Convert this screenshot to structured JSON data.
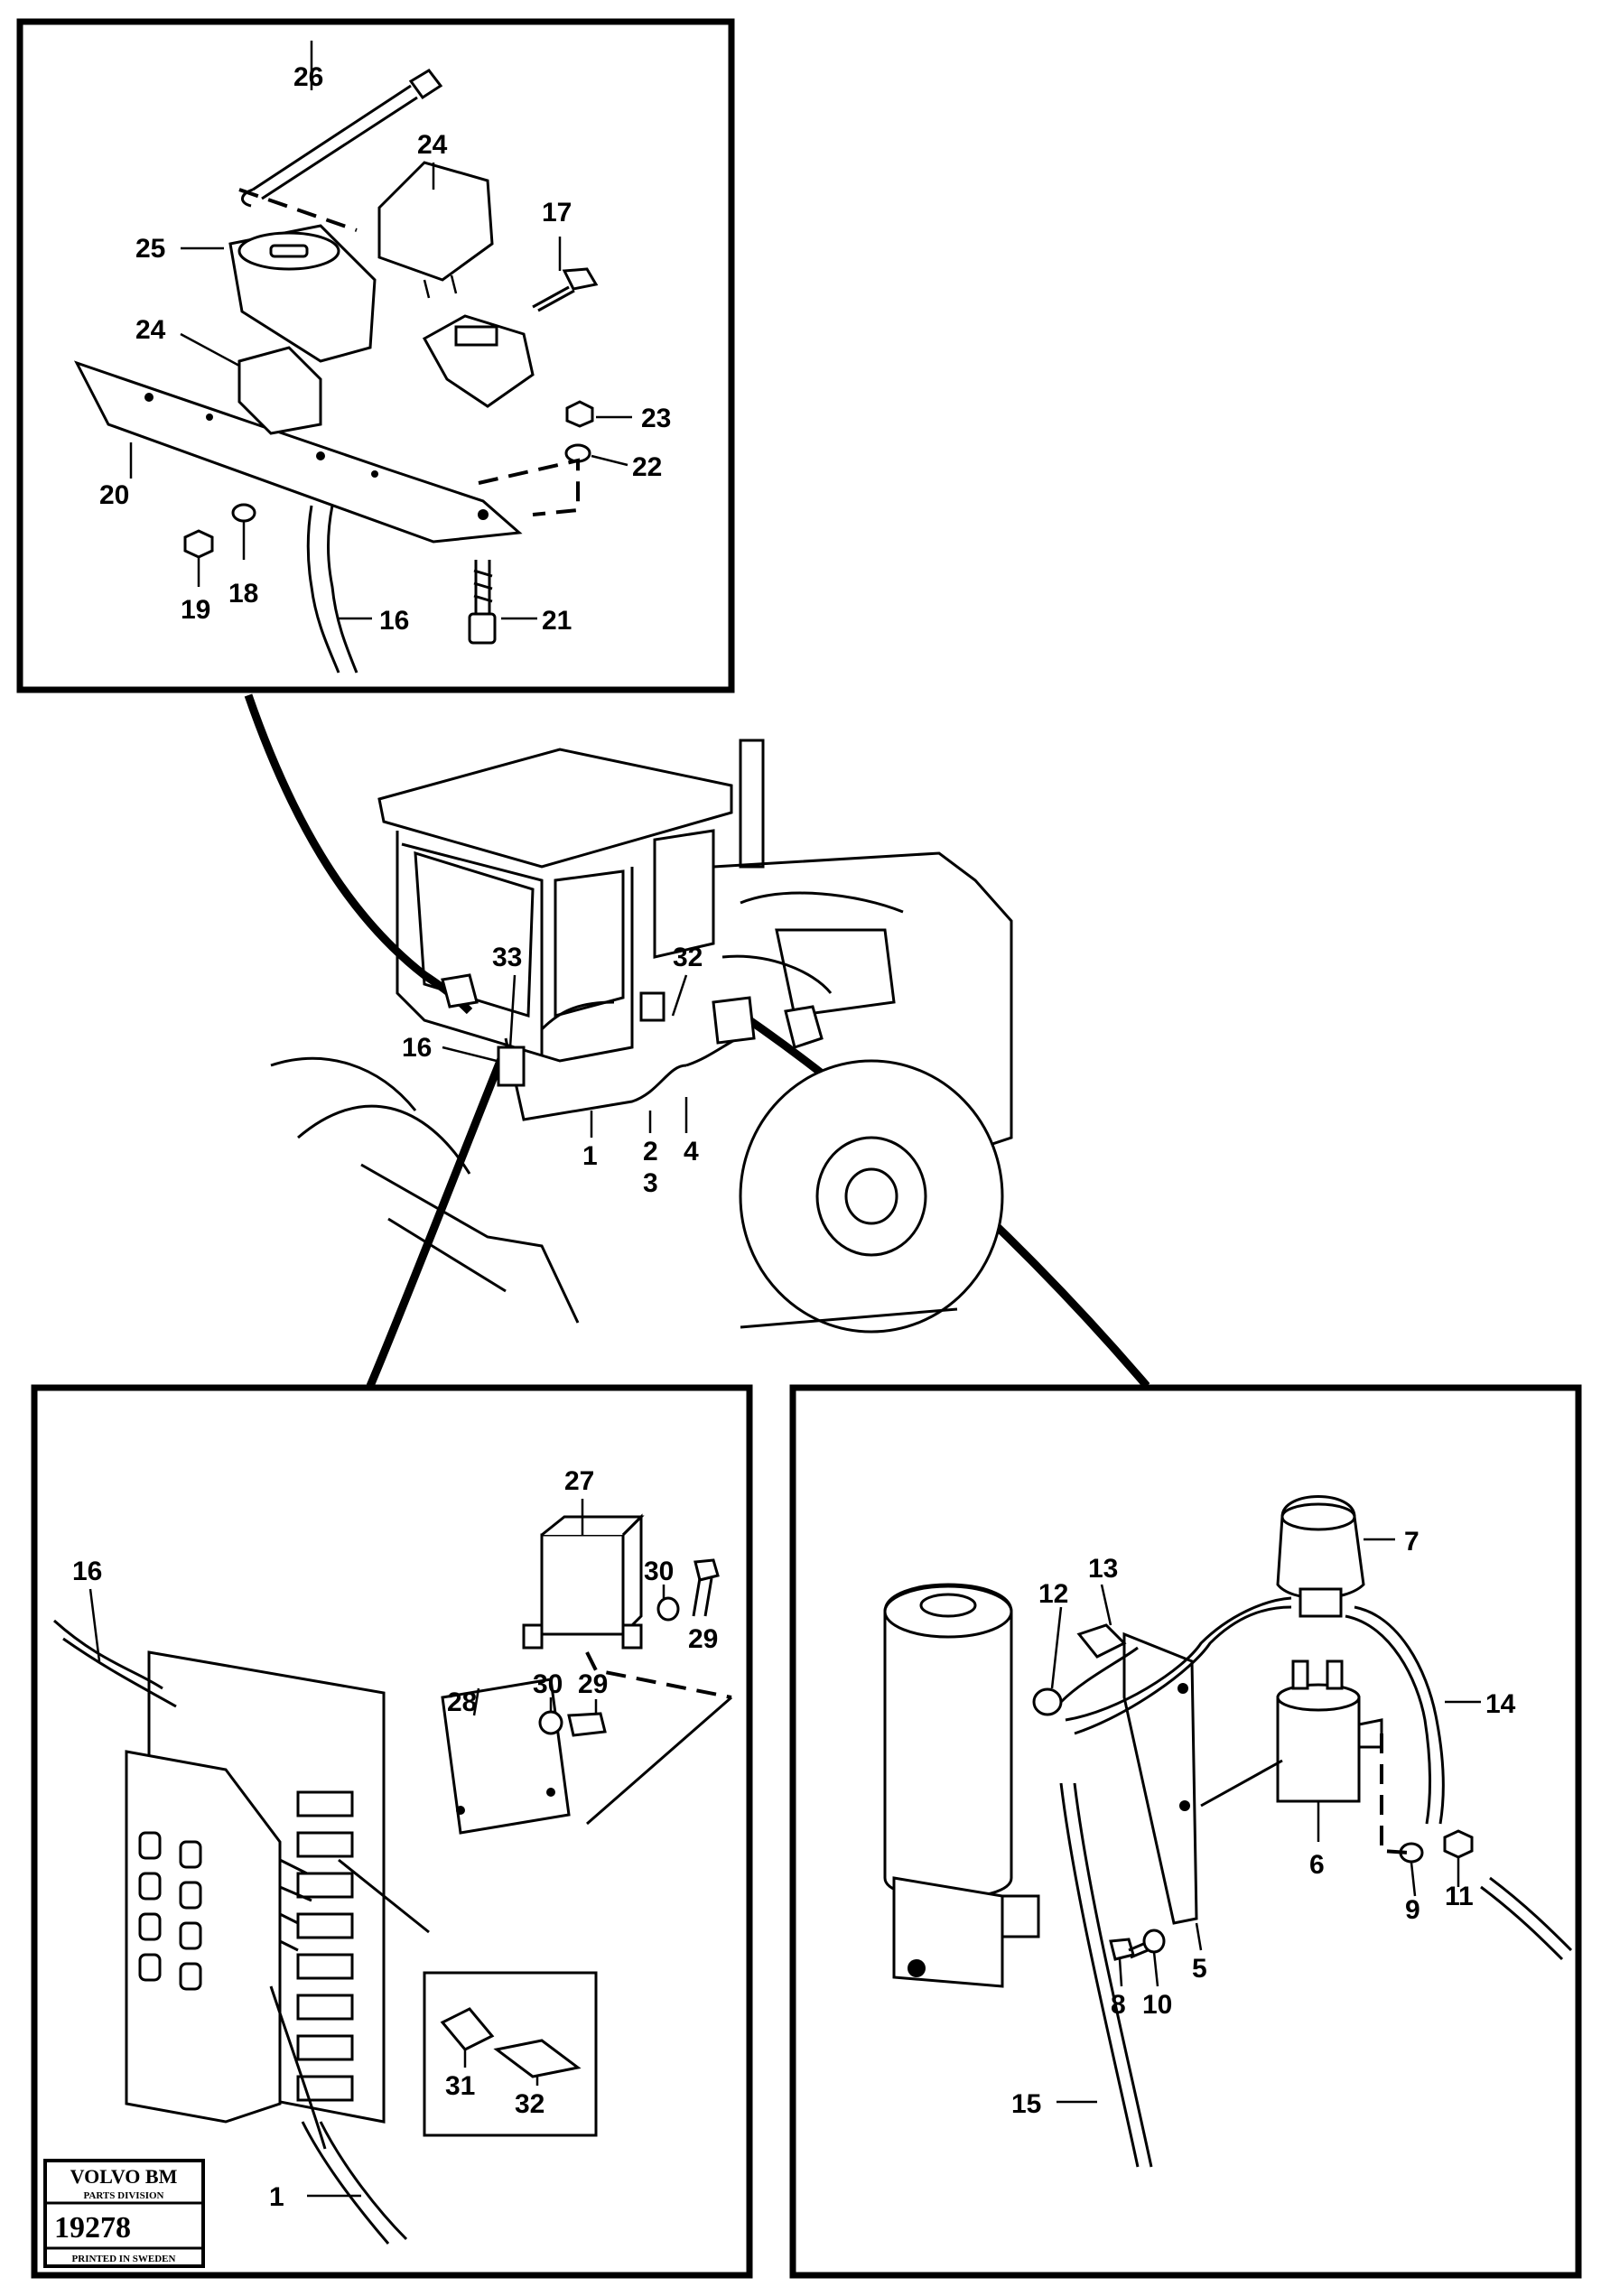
{
  "top_callouts": {
    "c26": "26",
    "c24a": "24",
    "c25": "25",
    "c17": "17",
    "c24b": "24",
    "c23": "23",
    "c22": "22",
    "c20": "20",
    "c19": "19",
    "c18": "18",
    "c16": "16",
    "c21": "21"
  },
  "main_callouts": {
    "c33": "33",
    "c32": "32",
    "c16": "16",
    "c1": "1",
    "c2": "2",
    "c3": "3",
    "c4": "4"
  },
  "left_callouts": {
    "c27": "27",
    "c30a": "30",
    "c29a": "29",
    "c16": "16",
    "c28": "28",
    "c30b": "30",
    "c29b": "29",
    "c31": "31",
    "c32": "32",
    "c1": "1"
  },
  "right_callouts": {
    "c7": "7",
    "c13": "13",
    "c12": "12",
    "c14": "14",
    "c6": "6",
    "c9": "9",
    "c11": "11",
    "c5": "5",
    "c8": "8",
    "c10": "10",
    "c15": "15"
  },
  "stamp": {
    "brand": "VOLVO BM",
    "division": "PARTS DIVISION",
    "number": "19278",
    "footer": "PRINTED IN SWEDEN"
  }
}
